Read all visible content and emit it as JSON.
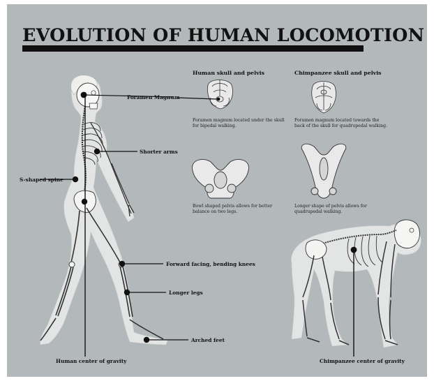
{
  "title": "EVOLUTION OF HUMAN LOCOMOTION",
  "sections": {
    "human_heading": "Human skull and pelvis",
    "chimp_heading": "Chimpanzee skull and pelvis"
  },
  "captions": {
    "human_skull": "Foramen magnum located under the skull for bipedal walking.",
    "chimp_skull": "Foramen magnum located towards the back of the skull for quadrupedal walking.",
    "human_pelvis": "Bowl shaped pelvis allows for better balance on two legs.",
    "chimp_pelvis": "Longer shape of pelvis allows for quadrupedal walking."
  },
  "labels": {
    "foramen_magnum": "Foramen Magnum",
    "shorter_arms": "Shorter arms",
    "s_shaped_spine": "S-shaped spine",
    "knees": "Forward facing, bending knees",
    "longer_legs": "Longer legs",
    "arched_feet": "Arched feet",
    "human_cog": "Human center of gravity",
    "chimp_cog": "Chimpanzee center of gravity"
  },
  "colors": {
    "background": "#b3b9bb",
    "ink": "#111111",
    "silhouette": "#e4e6e6",
    "bone": "#f5f5f3"
  }
}
